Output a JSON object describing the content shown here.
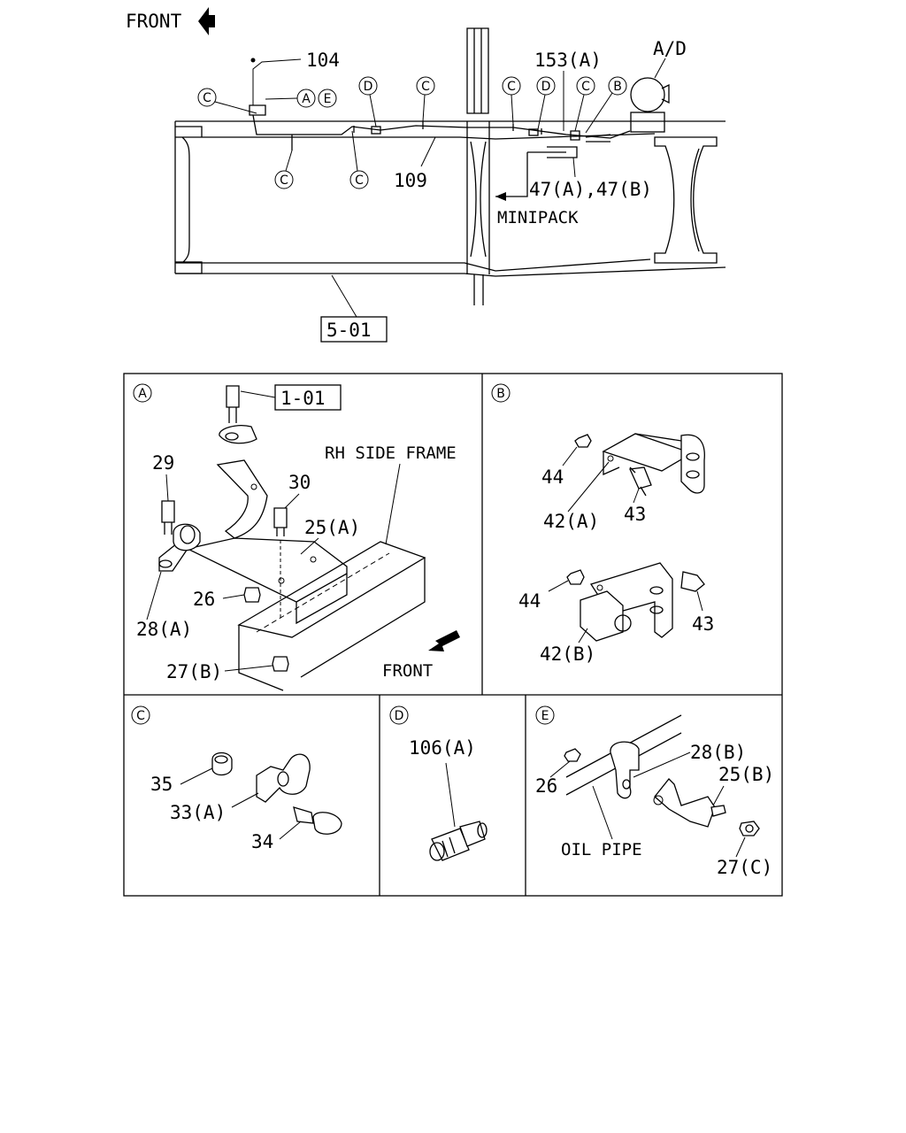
{
  "top": {
    "front_label": "FRONT",
    "callouts": {
      "c104": "104",
      "c153a": "153(A)",
      "ad": "A/D",
      "c109": "109",
      "c47": "47(A),47(B)",
      "minipack": "MINIPACK",
      "ref501": "5-01"
    },
    "letters": {
      "A": "A",
      "B": "B",
      "C": "C",
      "D": "D",
      "E": "E"
    }
  },
  "panel_a": {
    "letter": "A",
    "ref": "1-01",
    "rh_side_frame": "RH SIDE FRAME",
    "front": "FRONT",
    "parts": {
      "p29": "29",
      "p30": "30",
      "p25a": "25(A)",
      "p26": "26",
      "p28a": "28(A)",
      "p27b": "27(B)"
    }
  },
  "panel_b": {
    "letter": "B",
    "parts": {
      "p44_top": "44",
      "p42a": "42(A)",
      "p43_top": "43",
      "p44_bot": "44",
      "p43_bot": "43",
      "p42b": "42(B)"
    }
  },
  "panel_c": {
    "letter": "C",
    "parts": {
      "p35": "35",
      "p33a": "33(A)",
      "p34": "34"
    }
  },
  "panel_d": {
    "letter": "D",
    "parts": {
      "p106a": "106(A)"
    }
  },
  "panel_e": {
    "letter": "E",
    "oil_pipe": "OIL PIPE",
    "parts": {
      "p28b": "28(B)",
      "p26": "26",
      "p25b": "25(B)",
      "p27c": "27(C)"
    }
  }
}
